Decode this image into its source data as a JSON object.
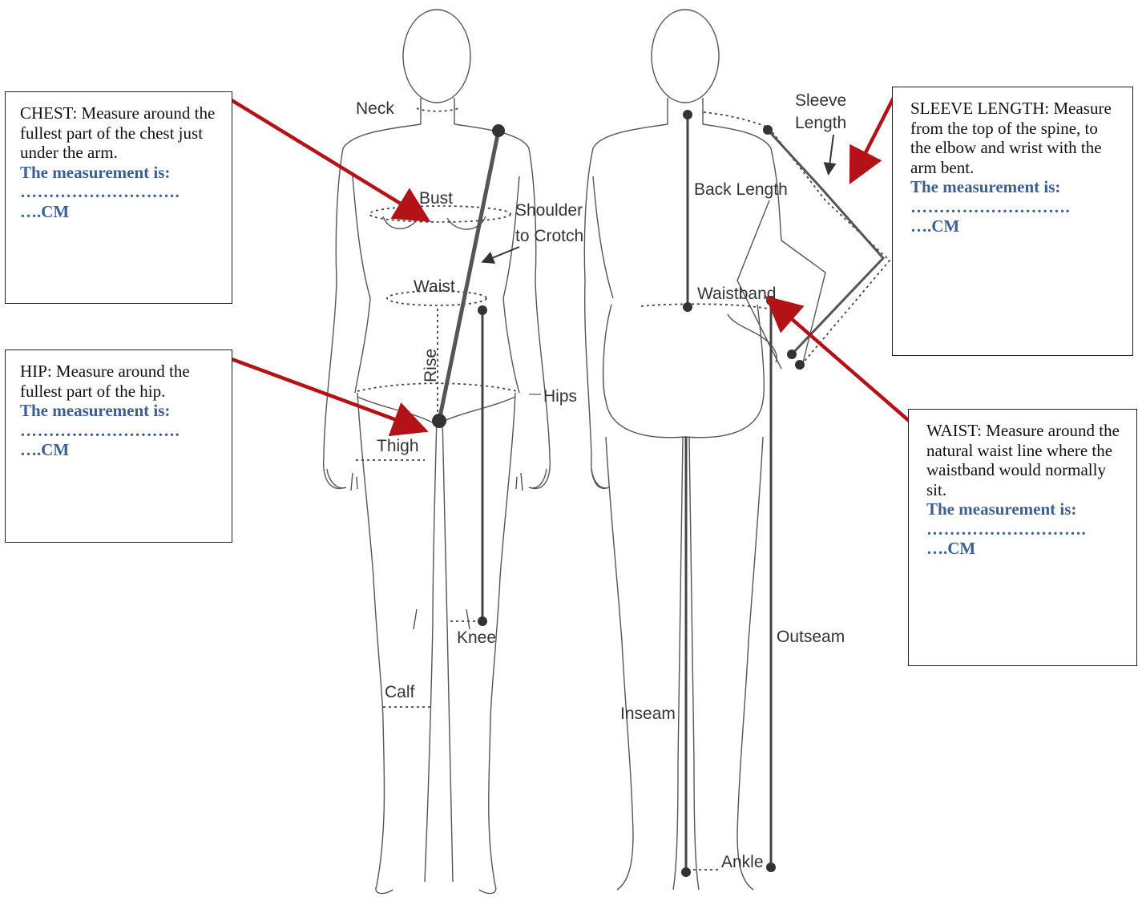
{
  "figure_labels": {
    "neck": "Neck",
    "bust": "Bust",
    "shoulder_line1": "Shoulder",
    "shoulder_line2": "to Crotch",
    "waist": "Waist",
    "rise": "Rise",
    "hips": "Hips",
    "thigh": "Thigh",
    "knee": "Knee",
    "calf": "Calf",
    "sleeve_line1": "Sleeve",
    "sleeve_line2": "Length",
    "back_length": "Back Length",
    "waistband": "Waistband",
    "outseam": "Outseam",
    "inseam": "Inseam",
    "ankle": "Ankle"
  },
  "boxes": {
    "chest": {
      "text": "CHEST: Measure around the fullest part of the chest just under the arm.",
      "prompt": "The measurement is:",
      "dots": "……………………….",
      "unit": "….CM"
    },
    "hip": {
      "text": "HIP: Measure around the fullest part of the hip.",
      "prompt": "The measurement is:",
      "dots": "……………………….",
      "unit": "….CM"
    },
    "sleeve": {
      "text": "SLEEVE LENGTH: Measure from the top of the spine, to the elbow and wrist with the arm bent.",
      "prompt": "The measurement is:",
      "dots": "……………………….",
      "unit": "….CM"
    },
    "waist": {
      "text": "WAIST: Measure around the natural waist line where the waistband would normally sit.",
      "prompt": "The measurement is:",
      "dots": "……………………….",
      "unit": "….CM"
    }
  },
  "colors": {
    "arrow": "#b31217",
    "prompt_text": "#3c5f91",
    "figure_line": "#555555"
  }
}
